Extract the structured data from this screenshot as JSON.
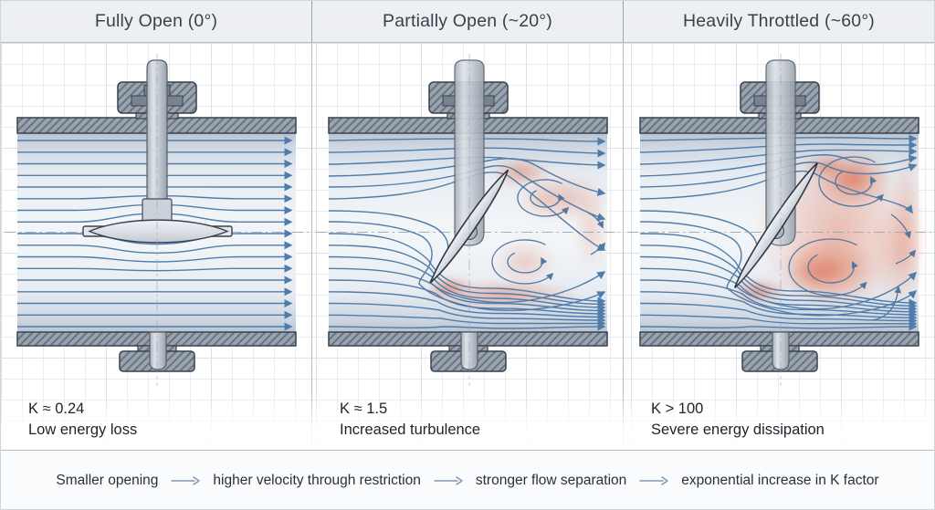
{
  "panels": [
    {
      "id": "fully-open",
      "title": "Fully Open (0°)",
      "k_value": "K ≈ 0.24",
      "k_description": "Low energy loss",
      "state": "open"
    },
    {
      "id": "partially-open",
      "title": "Partially Open (~20°)",
      "k_value": "K ≈ 1.5",
      "k_description": "Increased turbulence",
      "state": "partial"
    },
    {
      "id": "heavily-throttled",
      "title": "Heavily Throttled (~60°)",
      "k_value": "K > 100",
      "k_description": "Severe energy dissipation",
      "state": "throttled"
    }
  ],
  "caption": {
    "steps": [
      "Smaller opening",
      "higher velocity through restriction",
      "stronger flow separation",
      "exponential increase in K factor"
    ]
  },
  "colors": {
    "streamline_blue": "#4f7dab",
    "vortex_blue": "#54779f",
    "turbulence_red": "#e2795b",
    "turbulence_core": "#d96f50",
    "wall_gray": "#9aa4b1",
    "hatch_dark": "#69747f",
    "outline_dark": "#39414c",
    "header_bg": "#edeff3",
    "header_text": "#3a414b",
    "grid_line": "#d9e1eb",
    "centerline_gray": "#97a3b2",
    "caption_arrow": "#8398b0"
  }
}
